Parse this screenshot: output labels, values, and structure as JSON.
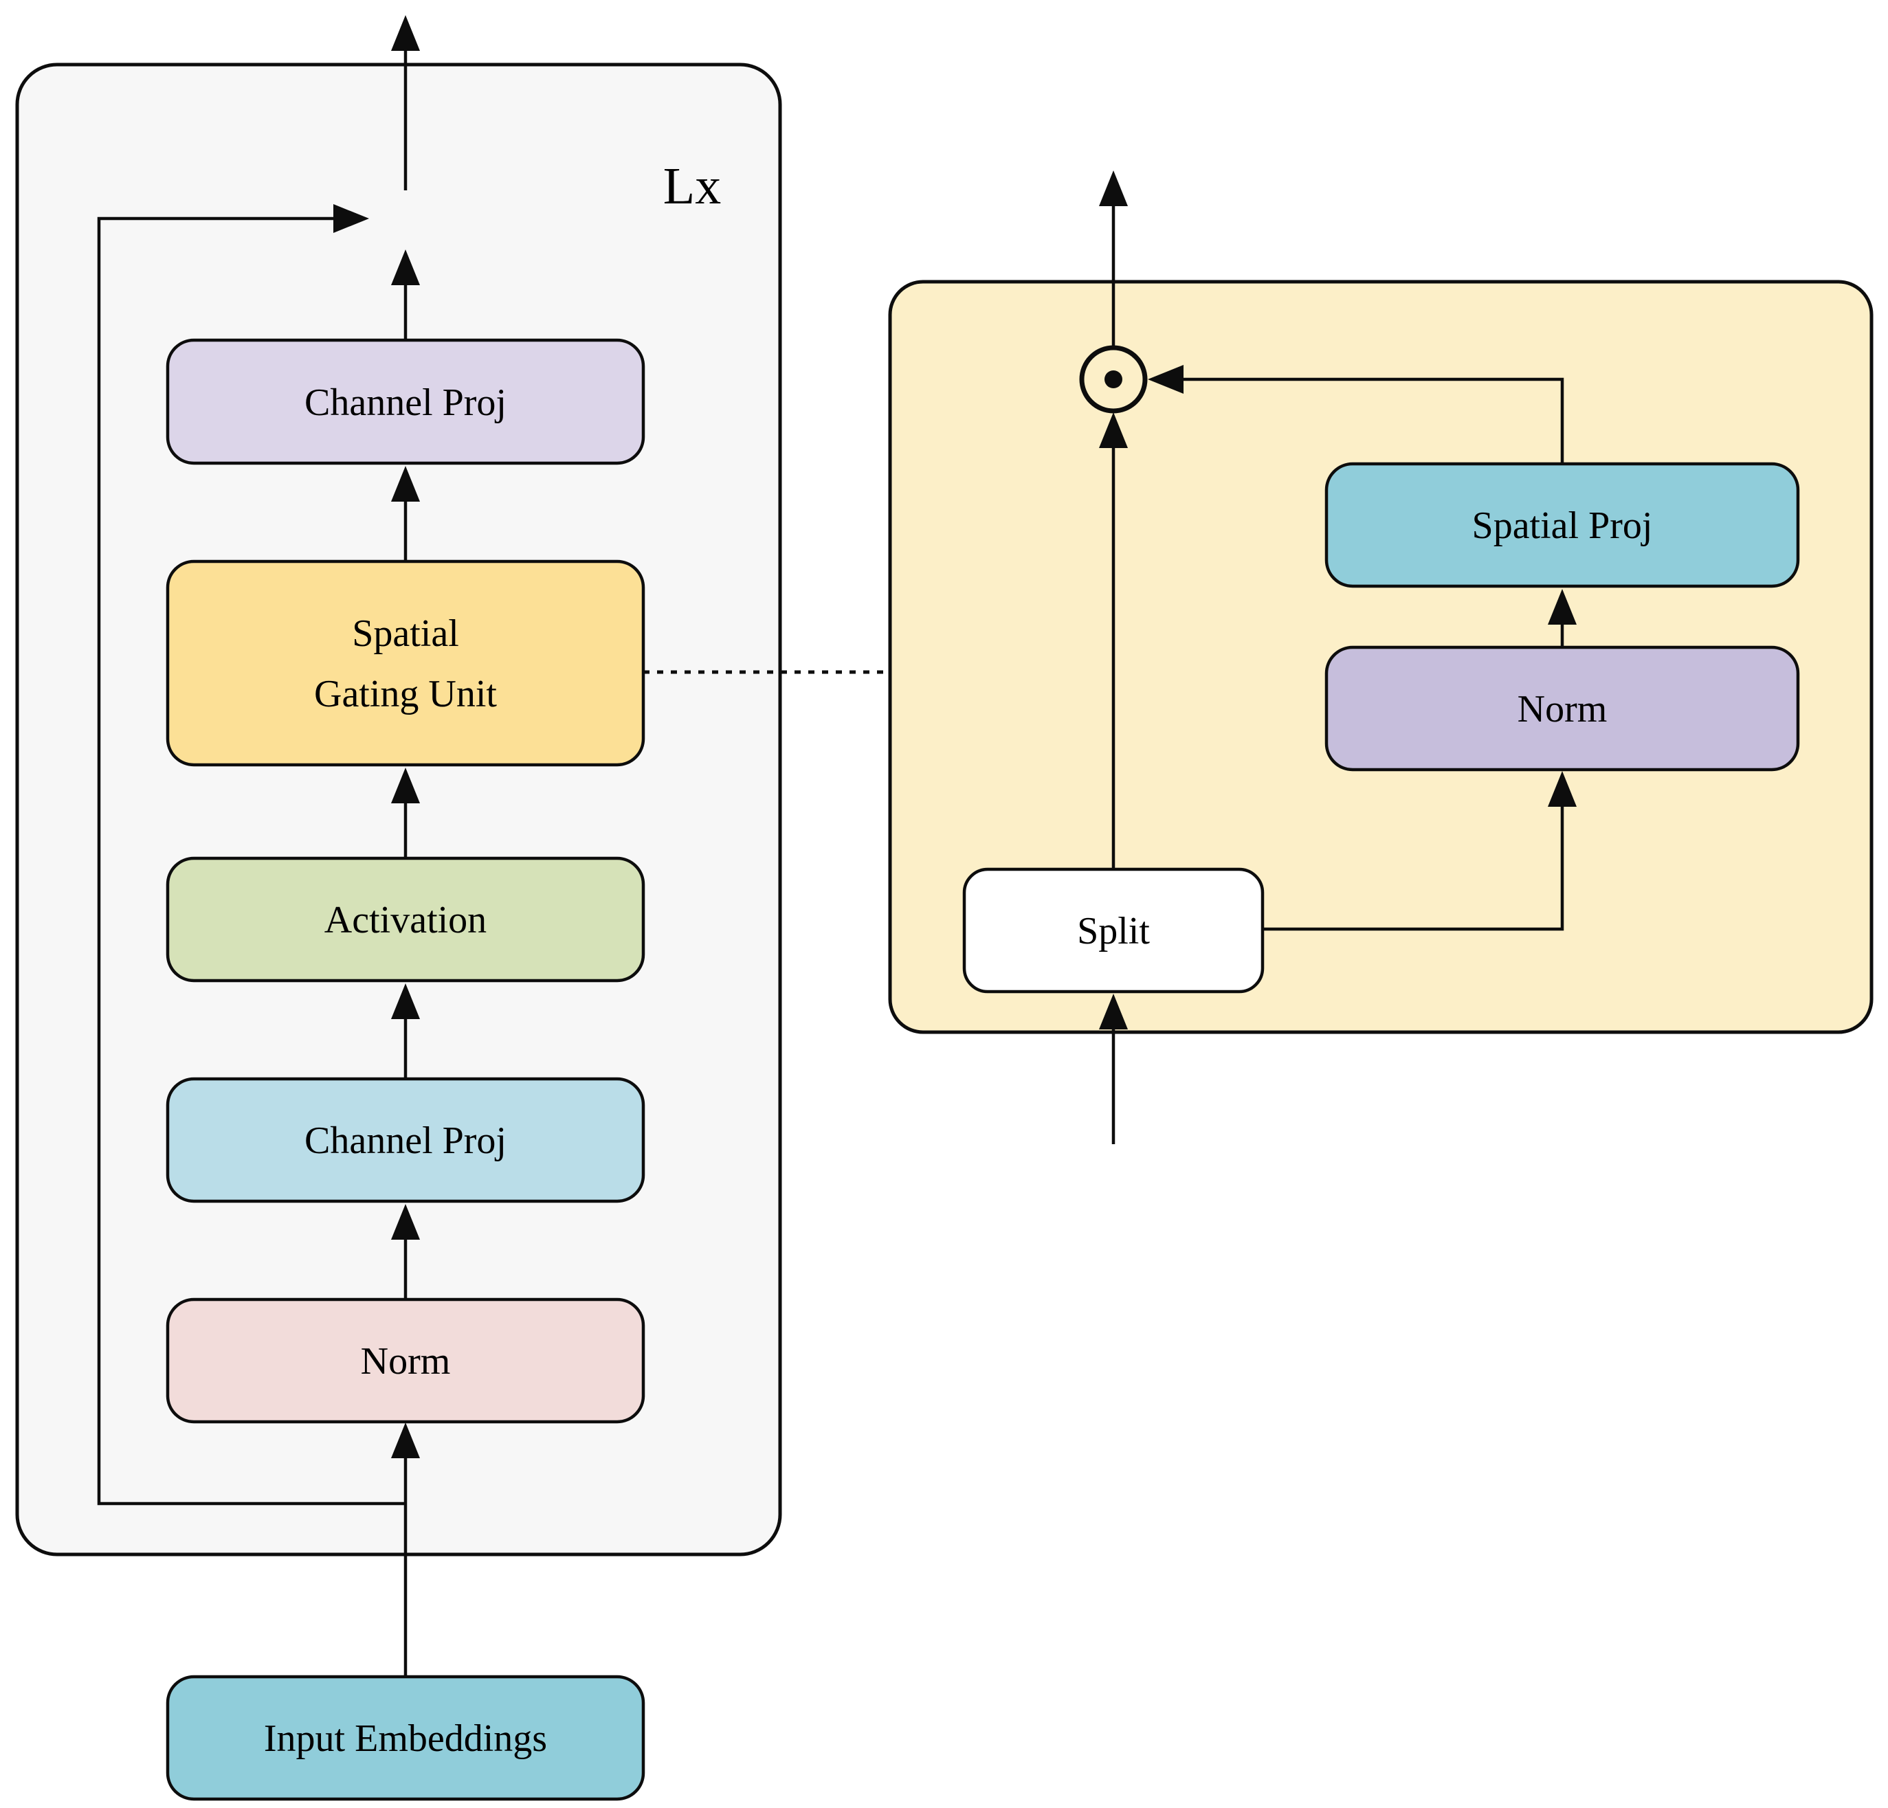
{
  "left": {
    "lx": "Lx",
    "channel_proj_top": "Channel Proj",
    "sgu_line1": "Spatial",
    "sgu_line2": "Gating Unit",
    "activation": "Activation",
    "channel_proj_bottom": "Channel Proj",
    "norm": "Norm",
    "input_embeddings": "Input Embeddings"
  },
  "right": {
    "spatial_proj": "Spatial Proj",
    "norm": "Norm",
    "split": "Split"
  },
  "icons": {
    "elementwise_product": "dot-in-circle"
  },
  "colors": {
    "background": "#ffffff",
    "encoder_panel_bg": "#f7f7f7",
    "sgu_panel_bg": "#fcefc8",
    "channel_proj_top": "#dcd5e9",
    "sgu": "#fce096",
    "activation": "#d6e2b8",
    "channel_proj_bottom": "#badde8",
    "norm_left": "#f2dcda",
    "input_embeddings": "#90cdda",
    "spatial_proj": "#90cdda",
    "norm_right": "#c6bedc",
    "split": "#ffffff",
    "line": "#0d0d0d"
  }
}
